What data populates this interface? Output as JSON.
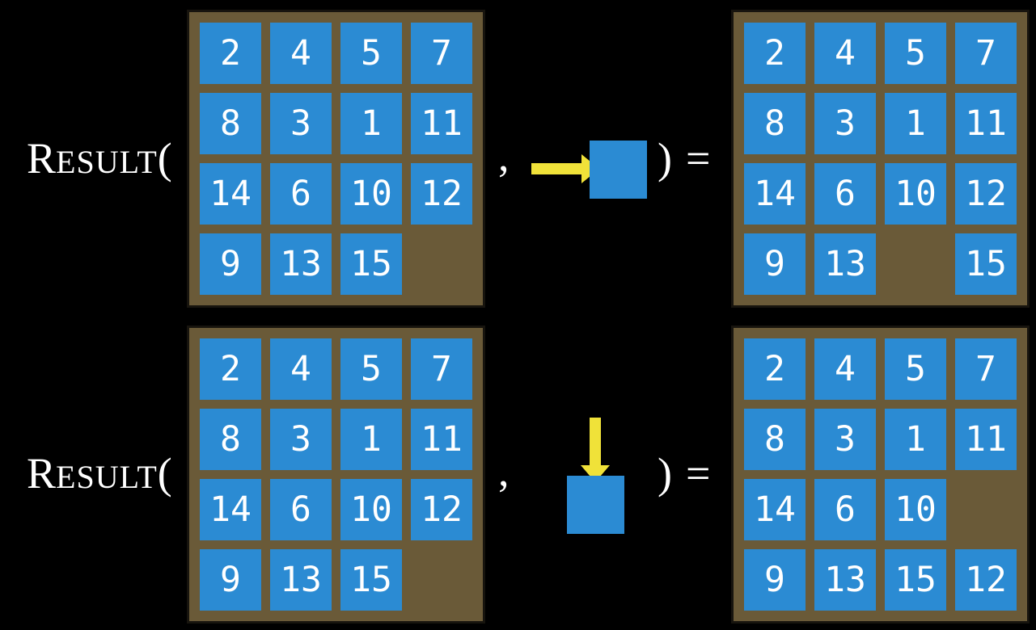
{
  "colors": {
    "background": "#000000",
    "frame": "#6A5A38",
    "tile": "#2B8BD3",
    "tileText": "#FFFFFF",
    "arrow": "#F0E239",
    "text": "#FFFFFF"
  },
  "rows": [
    {
      "function": {
        "initial": "R",
        "rest": "ESULT",
        "open_paren": "("
      },
      "comma": ",",
      "move_icon": "arrow-right-into-tile",
      "move_direction": "right",
      "close_paren": ")",
      "equals": "=",
      "input_grid": [
        [
          2,
          4,
          5,
          7
        ],
        [
          8,
          3,
          1,
          11
        ],
        [
          14,
          6,
          10,
          12
        ],
        [
          9,
          13,
          15,
          null
        ]
      ],
      "output_grid": [
        [
          2,
          4,
          5,
          7
        ],
        [
          8,
          3,
          1,
          11
        ],
        [
          14,
          6,
          10,
          12
        ],
        [
          9,
          13,
          null,
          15
        ]
      ]
    },
    {
      "function": {
        "initial": "R",
        "rest": "ESULT",
        "open_paren": "("
      },
      "comma": ",",
      "move_icon": "arrow-down-into-tile",
      "move_direction": "down",
      "close_paren": ")",
      "equals": "=",
      "input_grid": [
        [
          2,
          4,
          5,
          7
        ],
        [
          8,
          3,
          1,
          11
        ],
        [
          14,
          6,
          10,
          12
        ],
        [
          9,
          13,
          15,
          null
        ]
      ],
      "output_grid": [
        [
          2,
          4,
          5,
          7
        ],
        [
          8,
          3,
          1,
          11
        ],
        [
          14,
          6,
          10,
          null
        ],
        [
          9,
          13,
          15,
          12
        ]
      ]
    }
  ]
}
